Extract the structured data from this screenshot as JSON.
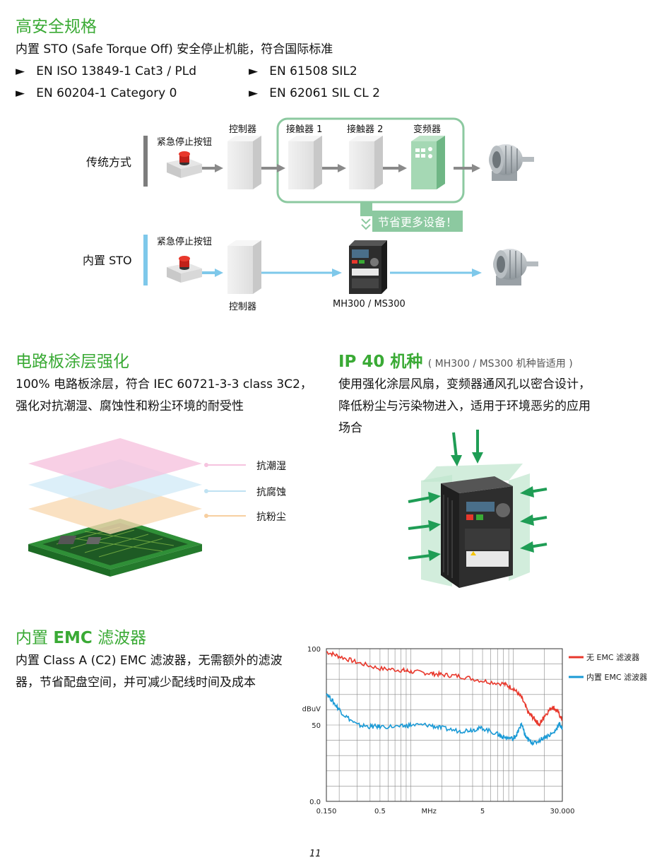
{
  "sections": {
    "safety": {
      "title": "高安全规格",
      "intro": "内置 STO (Safe Torque Off) 安全停止机能，符合国际标准",
      "bullet_marker": "►",
      "standards": [
        "EN ISO 13849-1 Cat3 / PLd",
        "EN 61508 SIL2",
        "EN 60204-1 Category 0",
        "EN 62061 SIL CL 2"
      ]
    },
    "diagram": {
      "traditional_label": "传统方式",
      "builtin_label": "内置 STO",
      "estop_label": "紧急停止按钮",
      "controller_label": "控制器",
      "contactor1_label": "接触器 1",
      "contactor2_label": "接触器 2",
      "inverter_label": "变频器",
      "savings_label": "节省更多设备！",
      "model_label": "MH300 / MS300",
      "colors": {
        "traditional_bar": "#7d7d7d",
        "builtin_bar": "#7ec8ea",
        "highlight": "#8cc9a0",
        "arrow_gray": "#8a8a8a",
        "arrow_blue": "#7ec8ea"
      }
    },
    "coating": {
      "title": "电路板涂层强化",
      "line1": "100% 电路板涂层，符合 IEC 60721-3-3 class 3C2，",
      "line2": "强化对抗潮湿、腐蚀性和粉尘环境的耐受性",
      "layers": [
        "抗潮湿",
        "抗腐蚀",
        "抗粉尘"
      ]
    },
    "ip40": {
      "title": "IP 40 机种",
      "note": "( MH300 / MS300 机种皆适用 )",
      "line1": "使用强化涂层风扇，变频器通风孔以密合设计，",
      "line2": "降低粉尘与污染物进入，适用于环境恶劣的应用",
      "line3": "场合"
    },
    "emc": {
      "title_pre": "内置 ",
      "title_bold": "EMC",
      "title_post": " 滤波器",
      "line1": "内置 Class A (C2) EMC 滤波器，无需额外的滤波",
      "line2": "器，节省配盘空间，并可减少配线时间及成本"
    }
  },
  "chart_data": {
    "type": "line",
    "xlabel": "MHz",
    "ylabel": "dBuV",
    "x_scale": "log",
    "xlim": [
      0.15,
      30.0
    ],
    "ylim": [
      0,
      100
    ],
    "x_tick_labels": [
      "0.150",
      "0.5",
      "MHz",
      "5",
      "30.000"
    ],
    "y_tick_labels": [
      "100",
      "50",
      "0.0"
    ],
    "grid": true,
    "legend_position": "right",
    "series": [
      {
        "name": "无 EMC 滤波器",
        "color": "#e8382c",
        "x": [
          0.15,
          0.2,
          0.3,
          0.5,
          0.8,
          1.0,
          1.5,
          2.0,
          3.0,
          5.0,
          8.0,
          10.0,
          12.0,
          14.0,
          16.0,
          18.0,
          20.0,
          24.0,
          27.0,
          30.0
        ],
        "y": [
          98,
          95,
          91,
          87,
          86,
          85,
          84,
          83,
          82,
          79,
          77,
          74,
          68,
          58,
          54,
          50,
          56,
          62,
          59,
          53
        ]
      },
      {
        "name": "内置 EMC 滤波器",
        "color": "#1a9ad6",
        "x": [
          0.15,
          0.18,
          0.22,
          0.3,
          0.4,
          0.5,
          0.8,
          1.0,
          1.5,
          2.0,
          3.0,
          4.0,
          5.0,
          7.0,
          8.0,
          10.0,
          11.0,
          12.0,
          13.0,
          14.0,
          16.0,
          20.0,
          25.0,
          28.0,
          30.0
        ],
        "y": [
          71,
          64,
          57,
          50,
          49,
          49,
          49,
          50,
          50,
          48,
          46,
          47,
          48,
          44,
          42,
          41,
          45,
          51,
          43,
          40,
          38,
          42,
          45,
          51,
          47
        ]
      }
    ]
  },
  "page_number": "11"
}
